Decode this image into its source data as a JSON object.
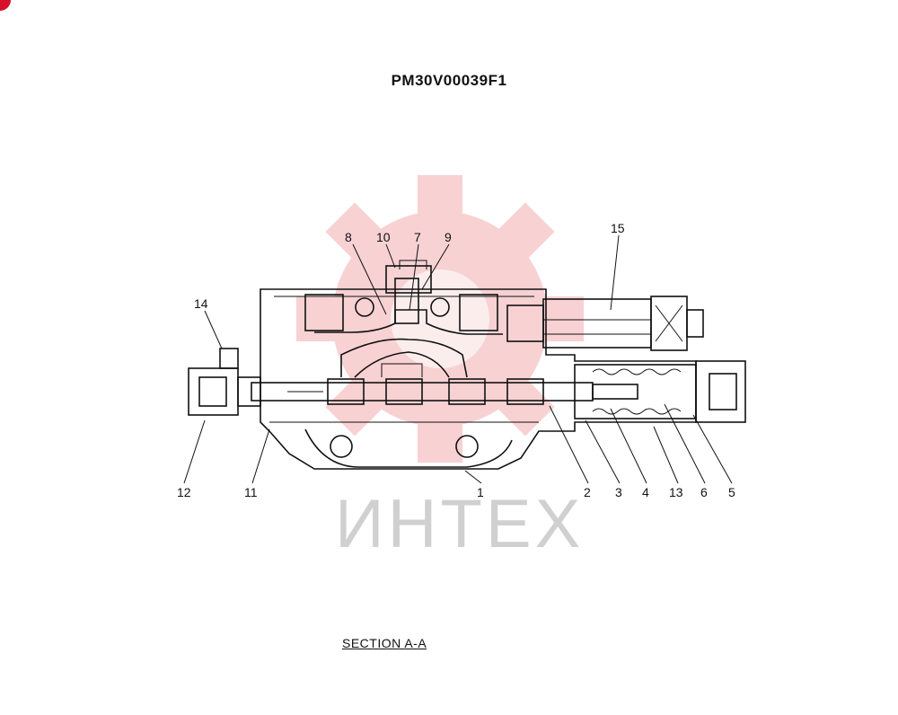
{
  "title": "PM30V00039F1",
  "section_label": "SECTION  A-A",
  "watermark_text": "ИНТЕХ",
  "watermark_color": "#f5c5c8",
  "callouts": [
    "8",
    "10",
    "7",
    "9",
    "15",
    "14",
    "12",
    "11",
    "1",
    "2",
    "3",
    "4",
    "13",
    "6",
    "5"
  ]
}
